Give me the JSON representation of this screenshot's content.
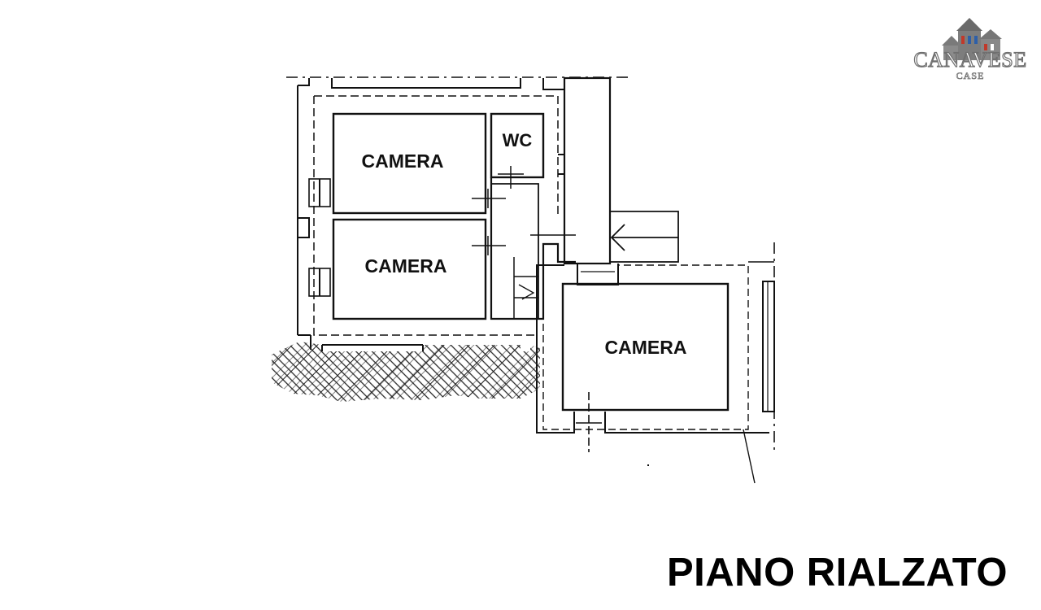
{
  "logo": {
    "brand": "CANAVESE",
    "sub": "CASE"
  },
  "rooms": {
    "camera_1": "CAMERA",
    "camera_2": "CAMERA",
    "camera_3": "CAMERA",
    "wc": "WC"
  },
  "floor_title": "PIANO RIALZATO",
  "colors": {
    "line": "#111111",
    "hatch": "#222222",
    "logo_red": "#c0392b",
    "logo_blue": "#2e5fa8",
    "logo_gray": "#6f6f6f"
  }
}
